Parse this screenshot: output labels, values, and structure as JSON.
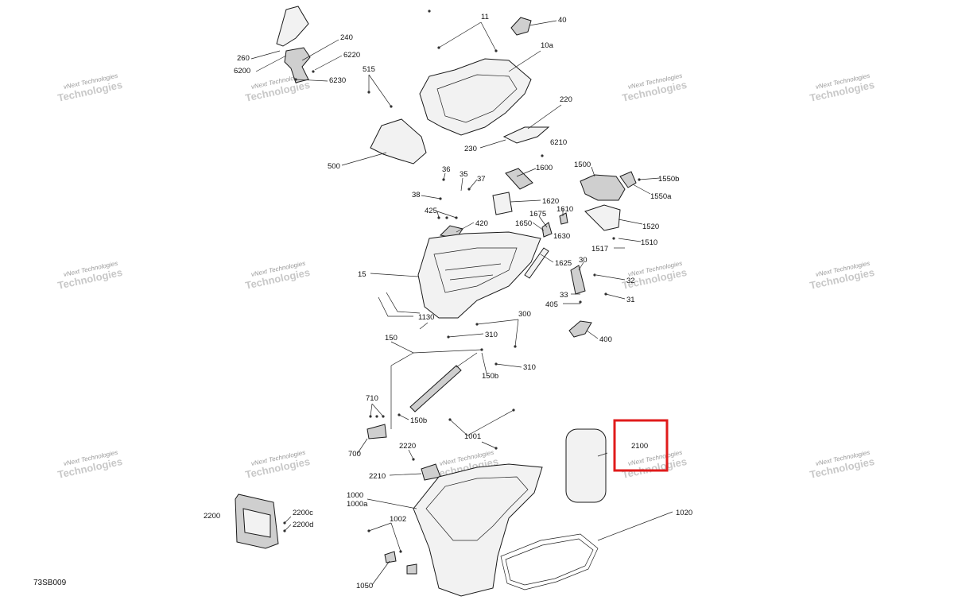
{
  "diagram": {
    "code": "73SB009",
    "highlight_part": "2100",
    "highlight_color": "#e01b1b"
  },
  "watermark": {
    "line1": "vNext Technologies",
    "line2": "Technologies"
  },
  "labels": {
    "p11": "11",
    "p40": "40",
    "p10a": "10a",
    "p240": "240",
    "p260": "260",
    "p6200": "6200",
    "p6220": "6220",
    "p6230": "6230",
    "p515": "515",
    "p220": "220",
    "p230": "230",
    "p6210": "6210",
    "p500": "500",
    "p36": "36",
    "p35": "35",
    "p37": "37",
    "p1600": "1600",
    "p38": "38",
    "p1620": "1620",
    "p425": "425",
    "p1675": "1675",
    "p1610": "1610",
    "p420": "420",
    "p1650": "1650",
    "p1630": "1630",
    "p1500": "1500",
    "p1550b": "1550b",
    "p1550a": "1550a",
    "p1520": "1520",
    "p1510": "1510",
    "p1517": "1517",
    "p1625": "1625",
    "p30": "30",
    "p15": "15",
    "p32": "32",
    "p33": "33",
    "p405": "405",
    "p31": "31",
    "p1130": "1130",
    "p300": "300",
    "p310a": "310",
    "p400": "400",
    "p150": "150",
    "p310b": "310",
    "p150b1": "150b",
    "p710": "710",
    "p150b2": "150b",
    "p1001": "1001",
    "p700": "700",
    "p2100": "2100",
    "p2220": "2220",
    "p2210": "2210",
    "p1000": "1000",
    "p1000a": "1000a",
    "p1020": "1020",
    "p2200": "2200",
    "p2200c": "2200c",
    "p2200d": "2200d",
    "p1002": "1002",
    "p1050": "1050"
  }
}
